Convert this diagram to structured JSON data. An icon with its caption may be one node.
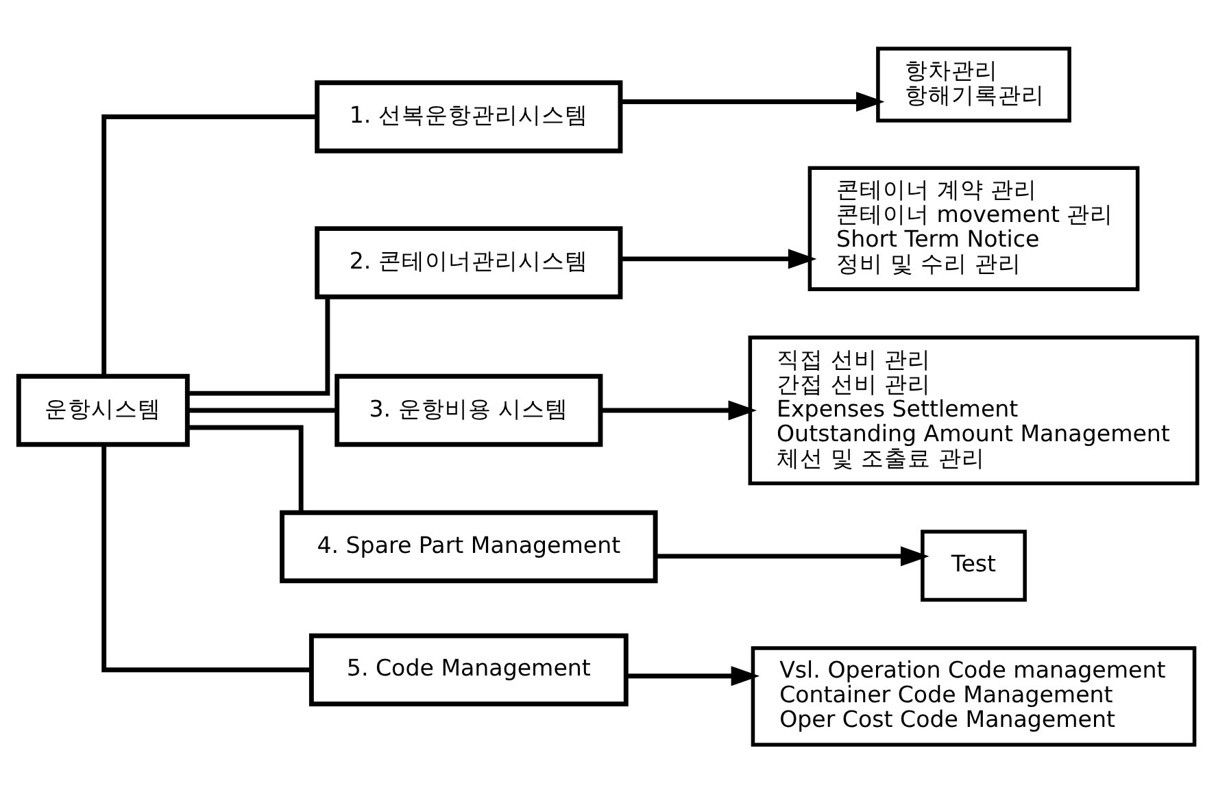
{
  "diagram": {
    "nodes": [
      {
        "text": [
          "운항시스템"
        ]
      },
      {
        "text": [
          "1. 선복운항관리시스템"
        ]
      },
      {
        "text": [
          "항차관리",
          "항해기록관리"
        ]
      },
      {
        "text": [
          "2. 콘테이너관리시스템"
        ]
      },
      {
        "text": [
          "콘테이너 계약 관리",
          "콘테이너 movement 관리",
          "Short Term Notice",
          "정비 및 수리 관리"
        ]
      },
      {
        "text": [
          "3. 운항비용 시스템"
        ]
      },
      {
        "text": [
          "직접 선비 관리",
          "간접 선비 관리",
          "Expenses Settlement",
          "Outstanding Amount Management",
          "체선 및 조출료 관리"
        ]
      },
      {
        "text": [
          "4. Spare Part Management"
        ]
      },
      {
        "text": [
          "Test"
        ]
      },
      {
        "text": [
          "5. Code Management"
        ]
      },
      {
        "text": [
          "Vsl. Operation Code management",
          "Container Code Management",
          "Oper Cost Code Management"
        ]
      }
    ],
    "edges": [
      {
        "from": 0,
        "to": 1,
        "arrow": "none"
      },
      {
        "from": 0,
        "to": 3,
        "arrow": "none"
      },
      {
        "from": 0,
        "to": 5,
        "arrow": "none"
      },
      {
        "from": 0,
        "to": 7,
        "arrow": "none"
      },
      {
        "from": 0,
        "to": 9,
        "arrow": "none"
      },
      {
        "from": 1,
        "to": 2,
        "arrow": "to"
      },
      {
        "from": 3,
        "to": 4,
        "arrow": "to"
      },
      {
        "from": 5,
        "to": 6,
        "arrow": "to"
      },
      {
        "from": 7,
        "to": 8,
        "arrow": "to"
      },
      {
        "from": 9,
        "to": 10,
        "arrow": "to"
      }
    ]
  }
}
